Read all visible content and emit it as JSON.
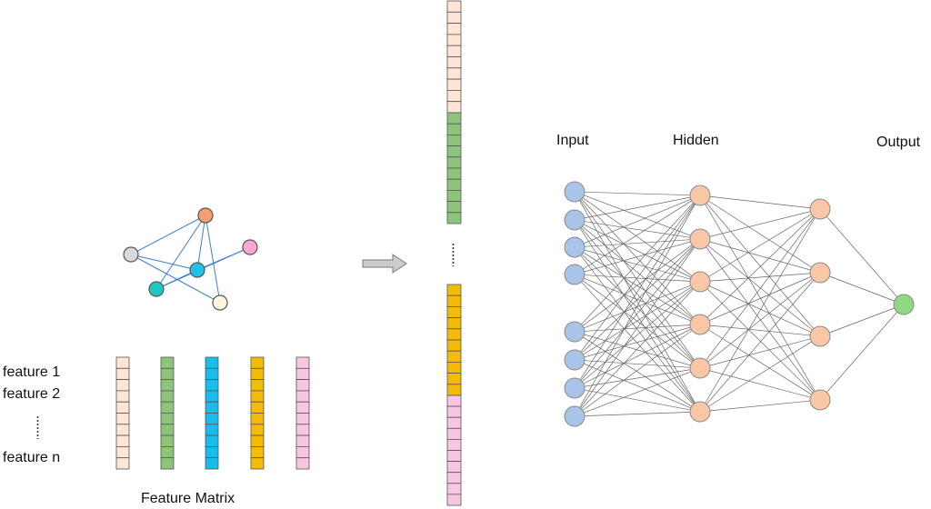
{
  "features": {
    "label_1": "feature 1",
    "label_2": "feature 2",
    "label_n": "feature n"
  },
  "matrix": {
    "title": "Feature Matrix",
    "column_colors": [
      "#fde6d6",
      "#8cc57a",
      "#19bdec",
      "#f5bb09",
      "#f9c6e2"
    ],
    "cells_per_column": 10
  },
  "graph": {
    "edge_color": "#3f7fd0",
    "node_colors": [
      "#f4a070",
      "#d9d9d9",
      "#f8a8d4",
      "#1fc3e8",
      "#1ec9bf",
      "#fdf7e2"
    ]
  },
  "vector": {
    "segment_colors": [
      "#fde6d6",
      "#8cc57a",
      "#f5bb09",
      "#f9c6e2"
    ]
  },
  "network": {
    "labels": {
      "input": "Input",
      "hidden": "Hidden",
      "output": "Output"
    },
    "input_color": "#a9c4e8",
    "hidden_color": "#f9c7a6",
    "output_color": "#8fd982",
    "edge_color": "#666666"
  },
  "arrow_color": "#cccccc"
}
